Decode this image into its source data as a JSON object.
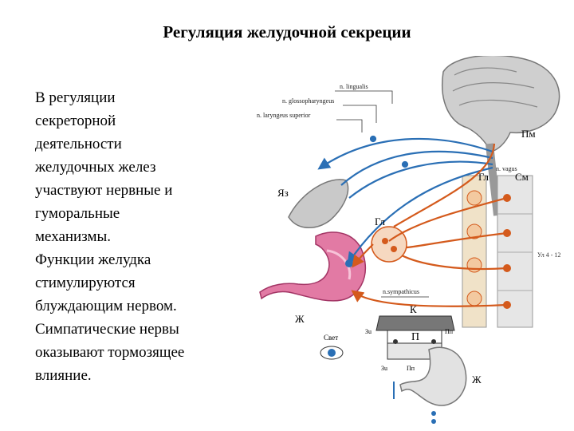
{
  "slide": {
    "title": "Регуляция желудочной секреции",
    "paragraph1": "В регуляции\nсекреторной\nдеятельности\nжелудочных желез\nучаствуют нервные и\nгуморальные\nмеханизмы.",
    "paragraph2": "Функции желудка\nстимулируются\nблуждающим нервом.\nСимпатические нервы\nоказывают тормозящее\nвлияние."
  },
  "diagram": {
    "nerve_labels": {
      "lingualis": "n. lingualis",
      "glossopharyngeus": "n. glossopharyngeus",
      "laryngeus": "n. laryngeus superior",
      "vagus": "n. vagus",
      "sympathicus": "n.sympathicus"
    },
    "letters": {
      "pm": "Пм",
      "gl_top": "Гл",
      "sm": "См",
      "yaz": "Яз",
      "gl_mid": "Гл",
      "zh_left": "Ж",
      "k": "К",
      "p": "П",
      "zu_top": "Зu",
      "pp_top": "Пп",
      "svet": "Свет",
      "zu_bot": "Зu",
      "pp_bot": "Пп",
      "zh_right": "Ж"
    },
    "figure_ref": "Ул 4 - 12",
    "colors": {
      "afferent": "#2a6fb5",
      "efferent": "#d45a1c",
      "stomach": "#d9548a",
      "brain": "#bdbdbd"
    }
  }
}
